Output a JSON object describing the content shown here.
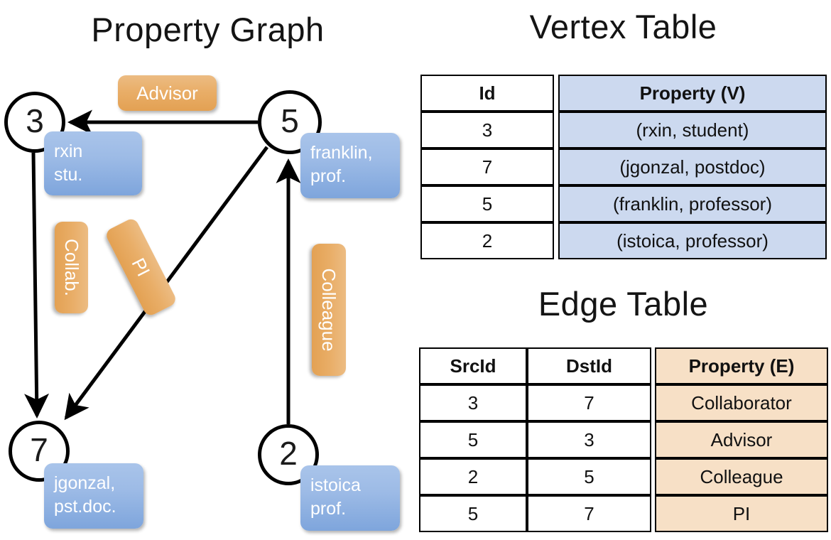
{
  "titles": {
    "property_graph": "Property Graph",
    "vertex_table": "Vertex Table",
    "edge_table": "Edge Table"
  },
  "graph": {
    "nodes": [
      {
        "id": "3",
        "label": "3",
        "property_lines": [
          "rxin",
          "stu."
        ]
      },
      {
        "id": "5",
        "label": "5",
        "property_lines": [
          "franklin,",
          "prof."
        ]
      },
      {
        "id": "7",
        "label": "7",
        "property_lines": [
          "jgonzal,",
          "pst.doc."
        ]
      },
      {
        "id": "2",
        "label": "2",
        "property_lines": [
          "istoica",
          "prof."
        ]
      }
    ],
    "property_box_text": {
      "rxin": "rxin\nstu.",
      "franklin": "franklin,\nprof.",
      "jgonzal": "jgonzal,\npst.doc.",
      "istoica": "istoica\nprof."
    },
    "edge_labels": {
      "advisor": "Advisor",
      "collab": "Collab.",
      "pi": "PI",
      "colleague": "Colleague"
    },
    "edges": [
      {
        "from": "5",
        "to": "3",
        "label": "Advisor"
      },
      {
        "from": "3",
        "to": "7",
        "label": "Collab."
      },
      {
        "from": "5",
        "to": "7",
        "label": "PI"
      },
      {
        "from": "2",
        "to": "5",
        "label": "Colleague"
      }
    ]
  },
  "vertex_table": {
    "headers": [
      "Id",
      "Property (V)"
    ],
    "rows": [
      {
        "id": "3",
        "property": "(rxin, student)"
      },
      {
        "id": "7",
        "property": "(jgonzal, postdoc)"
      },
      {
        "id": "5",
        "property": "(franklin, professor)"
      },
      {
        "id": "2",
        "property": "(istoica, professor)"
      }
    ]
  },
  "edge_table": {
    "headers": [
      "SrcId",
      "DstId",
      "Property (E)"
    ],
    "rows": [
      {
        "src": "3",
        "dst": "7",
        "property": "Collaborator"
      },
      {
        "src": "5",
        "dst": "3",
        "property": "Advisor"
      },
      {
        "src": "2",
        "dst": "5",
        "property": "Colleague"
      },
      {
        "src": "5",
        "dst": "7",
        "property": "PI"
      }
    ]
  },
  "colors": {
    "vertex_property_fill": "#ccd9ef",
    "edge_property_fill": "#f7e0c6",
    "node_box_blue": "#9dbbe6",
    "edge_label_orange": "#e9ae68",
    "stroke": "#000000",
    "background": "#ffffff"
  }
}
